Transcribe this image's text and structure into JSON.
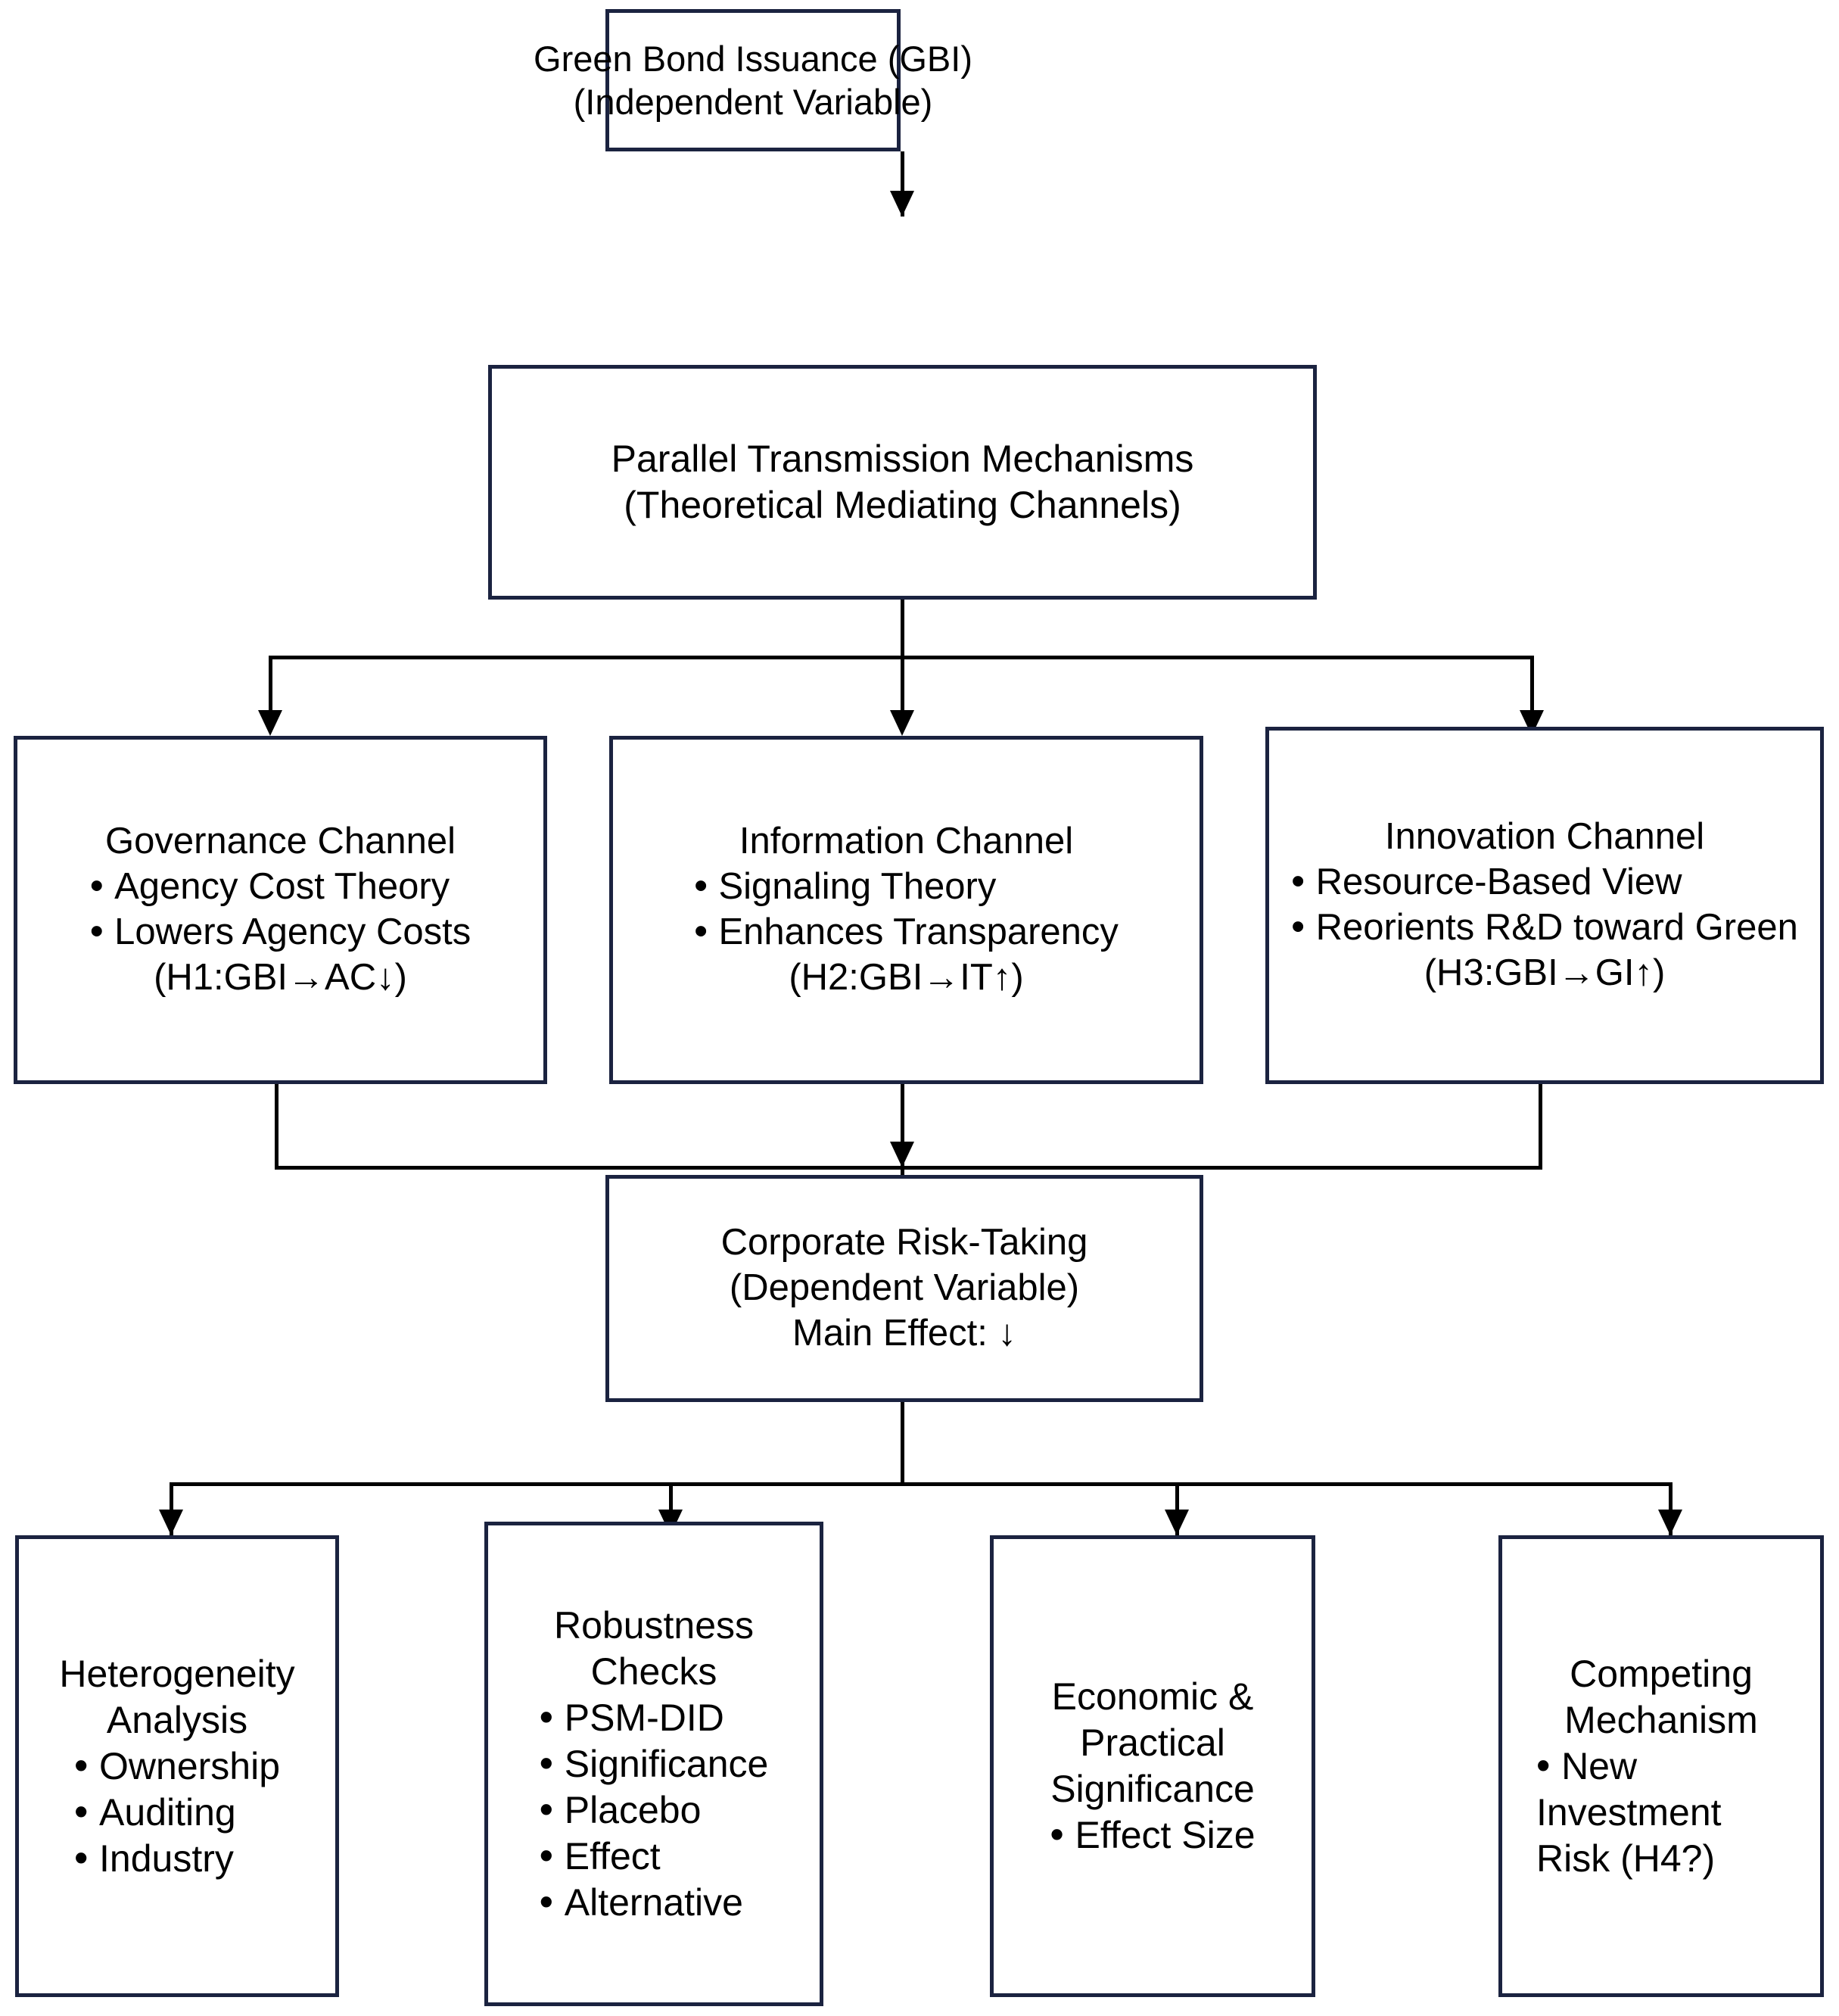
{
  "diagram": {
    "title": "Green Bond Issuance research framework flowchart",
    "border_color": "#1b2340",
    "connector_color": "#000000",
    "background": "#ffffff"
  },
  "nodes": {
    "independent_variable": {
      "line1": "Green Bond Issuance (GBI)",
      "line2": "(Independent Variable)"
    },
    "mechanisms": {
      "line1": "Parallel Transmission Mechanisms",
      "line2": "(Theoretical Mediating Channels)"
    },
    "governance_channel": {
      "heading": "Governance Channel",
      "bullets": [
        "Agency Cost Theory",
        "Lowers Agency Costs"
      ],
      "hypothesis": "(H1:GBI→AC↓)"
    },
    "information_channel": {
      "heading": "Information Channel",
      "bullets": [
        "Signaling Theory",
        "Enhances Transparency"
      ],
      "hypothesis": "(H2:GBI→IT↑)"
    },
    "innovation_channel": {
      "heading": "Innovation Channel",
      "bullets": [
        "Resource-Based View",
        "Reorients R&D toward Green"
      ],
      "hypothesis": "(H3:GBI→GI↑)"
    },
    "dependent_variable": {
      "line1": "Corporate Risk-Taking",
      "line2": "(Dependent Variable)",
      "line3": "Main Effect: ↓"
    },
    "heterogeneity": {
      "heading_line1": "Heterogeneity",
      "heading_line2": "Analysis",
      "bullets": [
        "Ownership",
        "Auditing",
        "Industry"
      ]
    },
    "robustness": {
      "heading_line1": "Robustness",
      "heading_line2": "Checks",
      "bullets": [
        "PSM-DID",
        "Significance",
        "Placebo",
        "Effect",
        "Alternative"
      ]
    },
    "economic_significance": {
      "heading_line1": "Economic &",
      "heading_line2": "Practical",
      "heading_line3": "Significance",
      "bullets": [
        "Effect Size"
      ]
    },
    "competing_mechanism": {
      "heading_line1": "Competing",
      "heading_line2": "Mechanism",
      "bullets": [
        "New Investment Risk (H4?)"
      ]
    }
  },
  "connectors": {
    "iv_to_mechanisms": "arrow-down",
    "mechanisms_to_channels": "fan-out-three",
    "channels_to_dv": "merge-three",
    "dv_to_checks": "fan-out-four"
  }
}
